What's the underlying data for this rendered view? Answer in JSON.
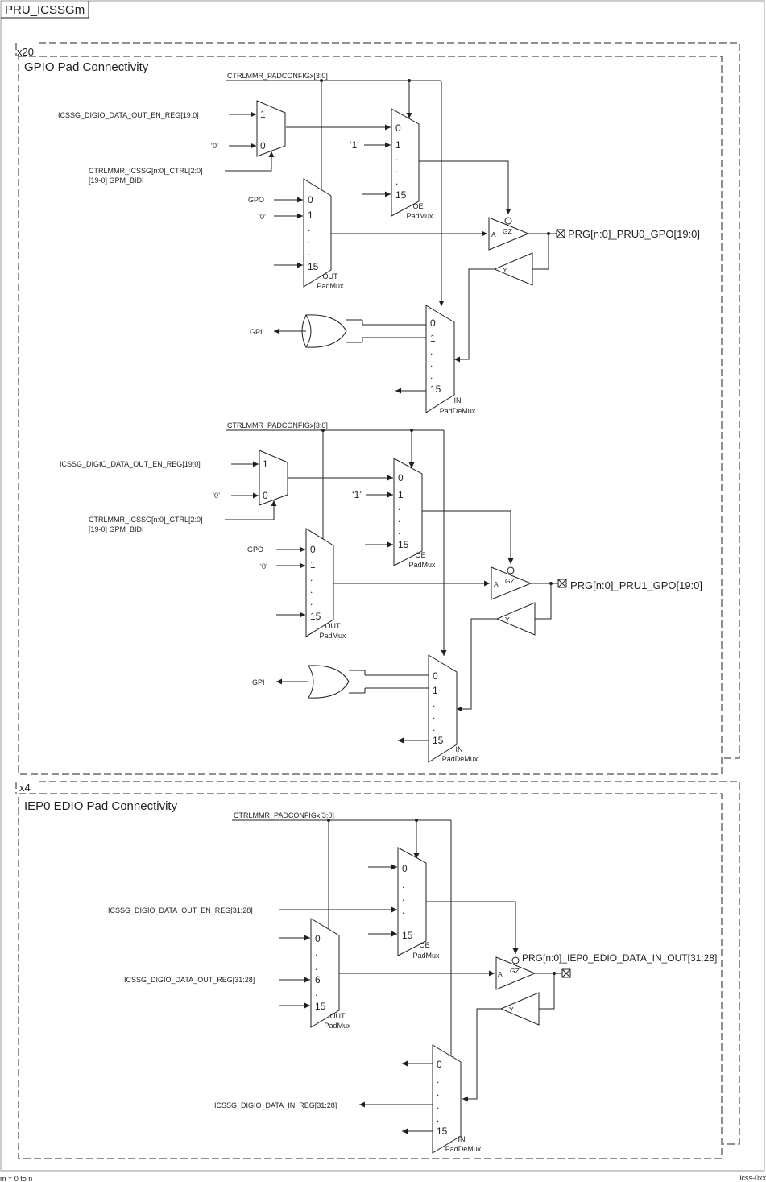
{
  "outer_title": "PRU_ICSSGm",
  "footer_left": "m = 0 to n",
  "footer_right": "icss-0xx",
  "gpio": {
    "repeat": "x20",
    "title": "GPIO Pad Connectivity",
    "pru0": {
      "padconfig": "CTRLMMR_PADCONFIGx[3:0]",
      "out_en_reg": "ICSSG_DIGIO_DATA_OUT_EN_REG[19:0]",
      "const0": "‘0’",
      "const1": "‘1’",
      "ctrl_line1": "CTRLMMR_ICSSG[n:0]_CTRL[2:0]",
      "ctrl_line2": "[19-0] GPM_BIDI",
      "gpo": "GPO",
      "gpi": "GPI",
      "pad": "PRG[n:0]_PRU0_GPO[19:0]"
    },
    "pru1": {
      "padconfig": "CTRLMMR_PADCONFIGx[3:0]",
      "out_en_reg": "ICSSG_DIGIO_DATA_OUT_EN_REG[19:0]",
      "const0": "‘0’",
      "const1": "‘1’",
      "ctrl_line1": "CTRLMMR_ICSSG[n:0]_CTRL[2:0]",
      "ctrl_line2": "[19-0] GPM_BIDI",
      "gpo": "GPO",
      "gpi": "GPI",
      "pad": "PRG[n:0]_PRU1_GPO[19:0]"
    }
  },
  "edio": {
    "repeat": "x4",
    "title": "IEP0 EDIO Pad Connectivity",
    "padconfig": "CTRLMMR_PADCONFIGx[3:0]",
    "out_en_reg": "ICSSG_DIGIO_DATA_OUT_EN_REG[31:28]",
    "out_reg": "ICSSG_DIGIO_DATA_OUT_REG[31:28]",
    "in_reg": "ICSSG_DIGIO_DATA_IN_REG[31:28]",
    "pad": "PRG[n:0]_IEP0_EDIO_DATA_IN_OUT[31:28]"
  },
  "mux_labels": {
    "oe": [
      "OE",
      "PadMux"
    ],
    "out": [
      "OUT",
      "PadMux"
    ],
    "in": [
      "IN",
      "PadDeMux"
    ]
  },
  "mux_inputs": {
    "sel": [
      "1",
      "0"
    ],
    "pad16": [
      "0",
      "1",
      ".",
      ".",
      ".",
      "15"
    ],
    "edio_oe": [
      "0",
      ".",
      ".",
      ".",
      "15"
    ],
    "edio_out": [
      "0",
      ".",
      ".",
      "6",
      ".",
      "15"
    ],
    "edio_in": [
      "0",
      ".",
      ".",
      ".",
      ".",
      "15"
    ]
  },
  "buffer_labels": {
    "a": "A",
    "gz": "GZ",
    "y": "Y"
  }
}
